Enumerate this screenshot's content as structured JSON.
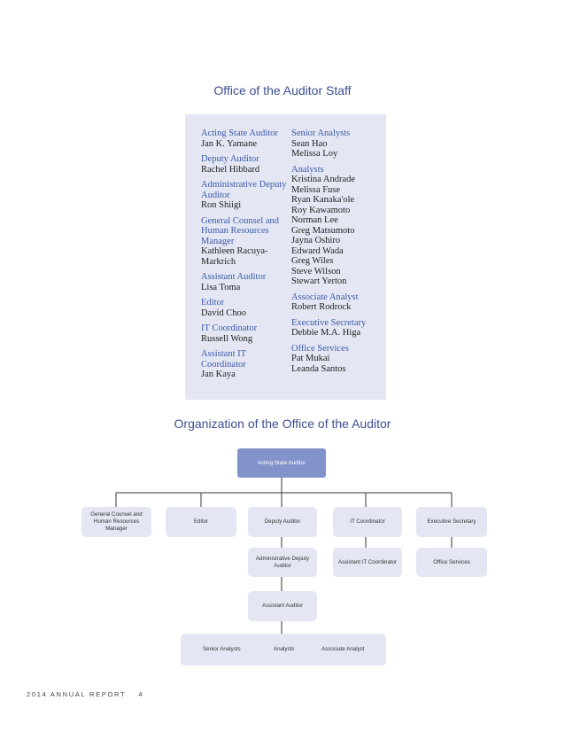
{
  "staff_title": "Office of the Auditor Staff",
  "staff_left": [
    {
      "role": "Acting State Auditor",
      "names": [
        "Jan K. Yamane"
      ]
    },
    {
      "role": "Deputy Auditor",
      "names": [
        "Rachel Hibbard"
      ]
    },
    {
      "role": "Administrative Deputy Auditor",
      "names": [
        "Ron Shiigi"
      ]
    },
    {
      "role": "General Counsel and Human Resources Manager",
      "names": [
        "Kathleen Racuya-Markrich"
      ]
    },
    {
      "role": "Assistant Auditor",
      "names": [
        "Lisa Toma"
      ]
    },
    {
      "role": "Editor",
      "names": [
        "David Choo"
      ]
    },
    {
      "role": "IT Coordinator",
      "names": [
        "Russell Wong"
      ]
    },
    {
      "role": "Assistant IT Coordinator",
      "names": [
        "Jan Kaya"
      ]
    }
  ],
  "staff_right": [
    {
      "role": "Senior Analysts",
      "names": [
        "Sean Hao",
        "Melissa Loy"
      ]
    },
    {
      "role": "Analysts",
      "names": [
        "Kristina Andrade",
        "Melissa Fuse",
        "Ryan Kanaka'ole",
        "Roy Kawamoto",
        "Norman Lee",
        "Greg Matsumoto",
        "Jayna Oshiro",
        "Edward Wada",
        "Greg Wiles",
        "Steve Wilson",
        "Stewart Yerton"
      ]
    },
    {
      "role": "Associate Analyst",
      "names": [
        "Robert Rodrock"
      ]
    },
    {
      "role": "Executive Secretary",
      "names": [
        "Debbie M.A. Higa"
      ]
    },
    {
      "role": "Office Services",
      "names": [
        "Pat Mukai",
        "Leanda Santos"
      ]
    }
  ],
  "org_title": "Organization of the Office of the Auditor",
  "org": {
    "top": "Acting State Auditor",
    "general_counsel": "General Counsel and Human Resources Manager",
    "editor": "Editor",
    "deputy": "Deputy Auditor",
    "it_coordinator": "IT Coordinator",
    "exec_secretary": "Executive Secretary",
    "admin_deputy": "Administrative Deputy Auditor",
    "assistant_it": "Assistant IT Coordinator",
    "office_services": "Office Services",
    "assistant_auditor": "Assistant Auditor",
    "senior_analysts": "Senior Analysts",
    "analysts": "Analysts",
    "associate_analyst": "Associate Analyst"
  },
  "footer": {
    "report": "2014 ANNUAL REPORT",
    "page": "4"
  }
}
